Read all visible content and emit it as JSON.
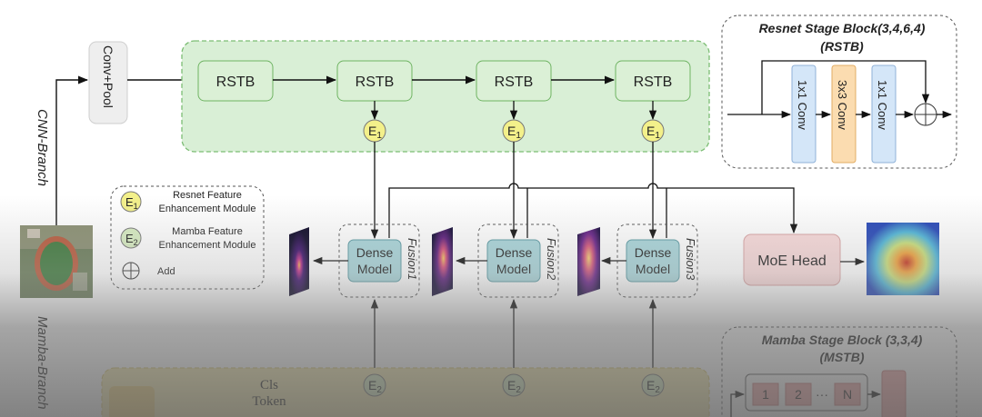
{
  "cnn_branch_label": "CNN-Branch",
  "mamba_branch_label": "Mamba-Branch",
  "conv_pool_label": "Conv+Pool",
  "rstb_label": "RSTB",
  "e_label": "E",
  "e1_sub": "1",
  "e2_sub": "2",
  "dense_line1": "Dense",
  "dense_line2": "Model",
  "fusion1": "Fusion1",
  "fusion2": "Fusion2",
  "fusion3": "Fusion3",
  "moe_head": "MoE Head",
  "legend": {
    "e1_line1": "Resnet Feature",
    "e1_line2": "Enhancement Module",
    "e2_line1": "Mamba Feature",
    "e2_line2": "Enhancement Module",
    "add": "Add"
  },
  "rstb_block": {
    "title_line1": "Resnet Stage Block(3,4,6,4)",
    "title_line2": "(RSTB)",
    "conv1": "1x1 Conv",
    "conv2": "3x3 Conv",
    "conv3": "1x1 Conv"
  },
  "mstb_block": {
    "title_line1": "Mamba Stage Block (3,3,4)",
    "title_line2": "(MSTB)",
    "tokens": [
      "1",
      "2",
      "···",
      "N"
    ]
  },
  "cls_token": {
    "line1": "Cls",
    "line2": "Token"
  },
  "colors": {
    "green_fill": "#d9efd6",
    "green_border": "#7cbd74",
    "e_fill": "#f3f08a",
    "dense_fill": "#a9d6db",
    "moe_fill": "#f9dada",
    "conv_blue": "#d4e6f8",
    "conv_orange": "#fbdcb0"
  }
}
